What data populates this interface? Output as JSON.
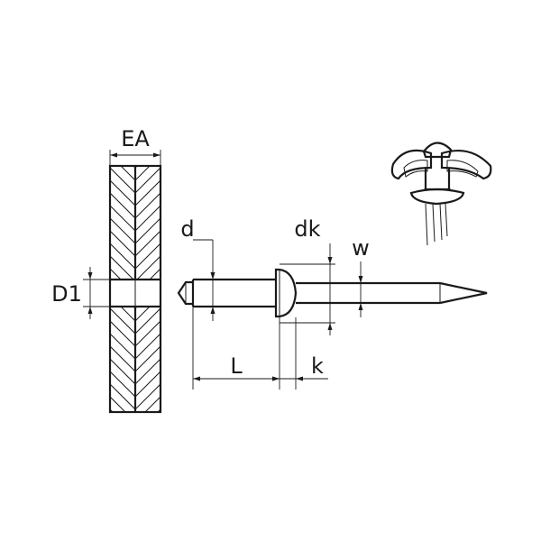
{
  "labels": {
    "ea": "EA",
    "d1": "D1",
    "d": "d",
    "dk": "dk",
    "w": "w",
    "L": "L",
    "k": "k"
  }
}
